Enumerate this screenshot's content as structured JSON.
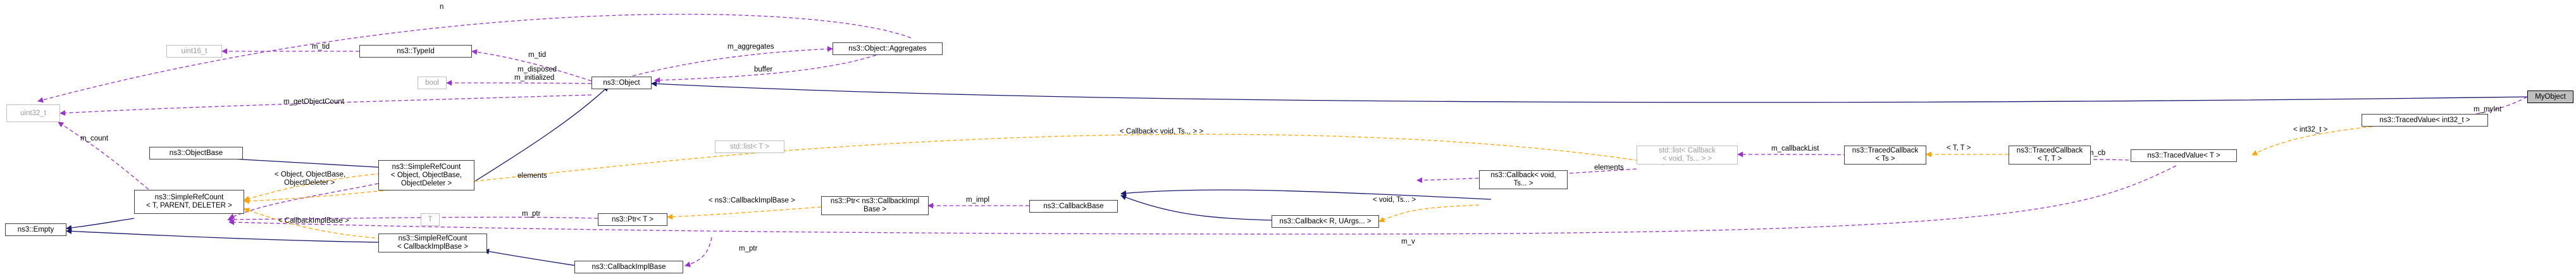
{
  "nodes": {
    "uint32": "uint32_t",
    "uint16": "uint16_t",
    "bool": "bool",
    "typeid": "ns3::TypeId",
    "object": "ns3::Object",
    "aggregates": "ns3::Object::Aggregates",
    "objectbase": "ns3::ObjectBase",
    "empty": "ns3::Empty",
    "simplerefcount": [
      "ns3::SimpleRefCount",
      "< T, PARENT, DELETER >"
    ],
    "src_object": [
      "ns3::SimpleRefCount",
      "< Object, ObjectBase,",
      "ObjectDeleter >"
    ],
    "src_cbimpl": [
      "ns3::SimpleRefCount",
      "< CallbackImplBase >"
    ],
    "cbimplbase": "ns3::CallbackImplBase",
    "t": "T",
    "ptr_t": "ns3::Ptr< T >",
    "ptr_cbimpl": [
      "ns3::Ptr< ns3::CallbackImpl",
      "Base >"
    ],
    "cbbase": "ns3::CallbackBase",
    "stdlist_t": "std::list< T >",
    "cb_void": [
      "ns3::Callback< void,",
      "Ts... >"
    ],
    "cb_r": "ns3::Callback< R, UArgs... >",
    "stdlist_cb": [
      "std::list< Callback",
      "< void, Ts... > >"
    ],
    "tracedcb_ts": [
      "ns3::TracedCallback",
      "< Ts >"
    ],
    "tracedcb_tt": [
      "ns3::TracedCallback",
      "< T, T >"
    ],
    "tracedvalue_t": "ns3::TracedValue< T >",
    "tracedvalue_u32": "ns3::TracedValue< int32_t >",
    "myobject": "MyObject"
  },
  "edge_labels": {
    "n": "n",
    "m_tid": "m_tid",
    "m_tid2": "m_tid",
    "m_aggregates": "m_aggregates",
    "m_disposed": "m_disposed",
    "m_initialized": "m_initialized",
    "buffer": "buffer",
    "m_getObjectCount": "m_getObjectCount",
    "m_count": "m_count",
    "src_obj_tmpl": [
      "< Object, ObjectBase,",
      "ObjectDeleter >"
    ],
    "src_cb_tmpl": "< CallbackImplBase >",
    "elements": "elements",
    "m_ptr": "m_ptr",
    "ptr_cbimpl_tmpl": "< ns3::CallbackImplBase >",
    "m_ptr2": "m_ptr",
    "m_impl": "m_impl",
    "cb_list_tmpl": "< Callback< void, Ts... > >",
    "void_ts": "< void, Ts... >",
    "elements2": "elements",
    "m_callbackList": "m_callbackList",
    "tt_tmpl": "< T, T >",
    "m_cb": "m_cb",
    "int32_tmpl": "< int32_t >",
    "m_myInt": "m_myInt",
    "m_v": "m_v"
  },
  "colors": {
    "inheritance": "#191970",
    "usage": "#9a32cd",
    "template": "#ffa500",
    "selected_fill": "#bfbfbf"
  }
}
